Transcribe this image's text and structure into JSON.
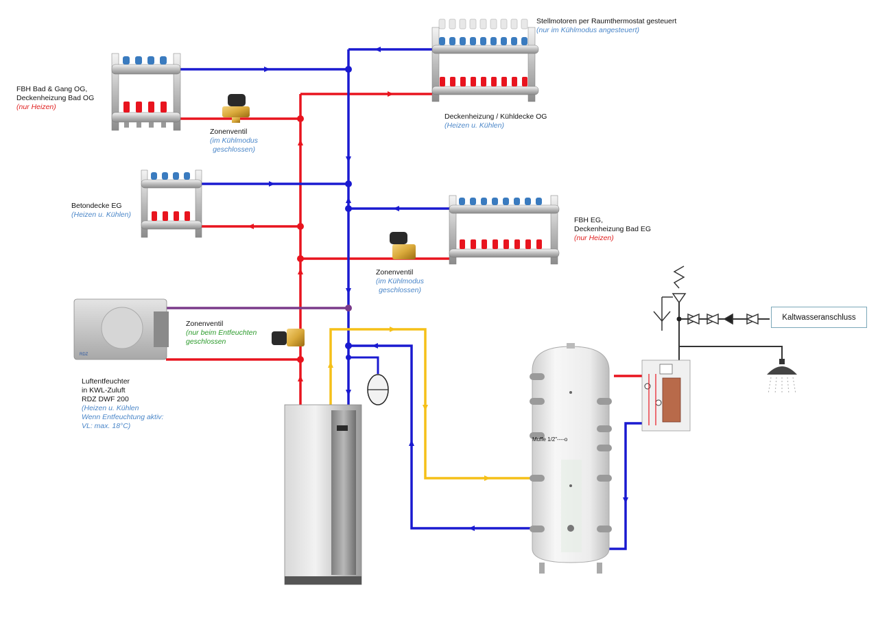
{
  "labels": {
    "stellmotoren": {
      "line1": "Stellmotoren per Raumthermostat gesteuert",
      "line2": "(nur im Kühlmodus angesteuert)"
    },
    "fbh_og": {
      "line1": "FBH Bad & Gang OG,",
      "line2": "Deckenheizung Bad OG",
      "line3": "(nur Heizen)"
    },
    "zonenventil_og": {
      "line1": "Zonenventil",
      "line2": "(im Kühlmodus",
      "line3": "geschlossen)"
    },
    "deckenheizung_og": {
      "line1": "Deckenheizung / Kühldecke OG",
      "line2": "(Heizen u. Kühlen)"
    },
    "betondecke_eg": {
      "line1": "Betondecke EG",
      "line2": "(Heizen u. Kühlen)"
    },
    "fbh_eg": {
      "line1": "FBH EG,",
      "line2": "Deckenheizung Bad EG",
      "line3": "(nur Heizen)"
    },
    "zonenventil_eg": {
      "line1": "Zonenventil",
      "line2": "(im Kühlmodus",
      "line3": "geschlossen)"
    },
    "zonenventil_entfeuchter": {
      "line1": "Zonenventil",
      "line2": "(nur beim Entfeuchten",
      "line3": "geschlossen"
    },
    "luftentfeuchter": {
      "line1": "Luftentfeuchter",
      "line2": "in KWL-Zuluft",
      "line3": "RDZ DWF 200",
      "line4": "(Heizen u. Kühlen",
      "line5": "Wenn Entfeuchtung aktiv:",
      "line6": "VL: max. 18°C)"
    },
    "muffe": "Muffe 1/2\"",
    "kaltwasser": "Kaltwasseranschluss"
  },
  "colors": {
    "vorlauf": "#e8141e",
    "ruecklauf": "#1a1ad0",
    "speicher": "#f5c018",
    "entfeuchter_ruecklauf": "#7a3a8a",
    "label_blue": "#4a86c8",
    "label_red": "#e02020",
    "label_green": "#2a9a2a"
  },
  "icons": {
    "manifold": "heating-manifold",
    "valve": "solenoid-zone-valve",
    "dehumidifier": "dehumidifier-unit",
    "heatpump": "heat-pump-unit",
    "expansion": "expansion-vessel",
    "tank": "buffer-storage-tank",
    "freshwater": "fresh-water-station",
    "shower": "shower-head-icon"
  }
}
